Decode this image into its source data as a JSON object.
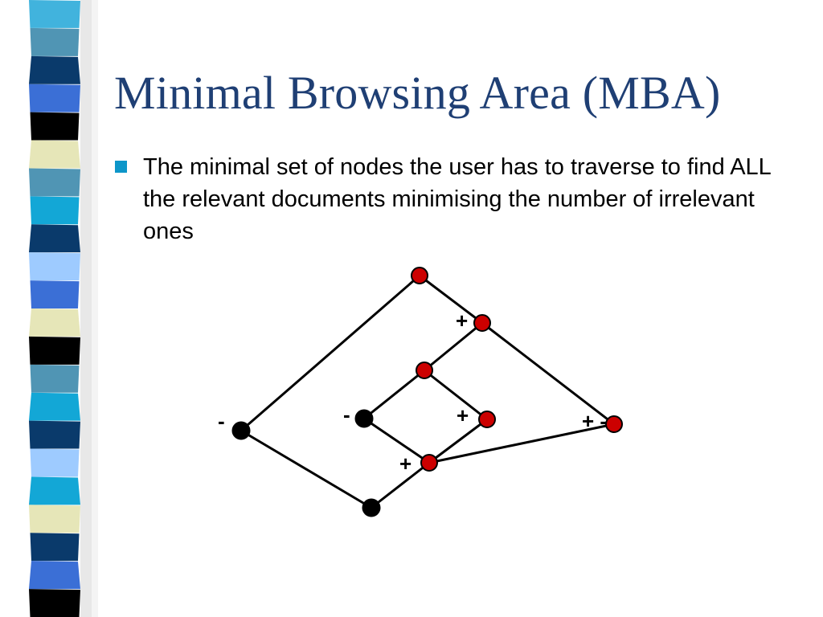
{
  "slide": {
    "title": "Minimal Browsing Area (MBA)",
    "bullets": [
      "The minimal set of nodes the user has to traverse to find ALL the relevant documents minimising the number of irrelevant ones"
    ]
  },
  "diagram": {
    "nodes": [
      {
        "id": "n1",
        "color": "red",
        "label": ""
      },
      {
        "id": "n2",
        "color": "red",
        "label": "+"
      },
      {
        "id": "n3",
        "color": "red",
        "label": ""
      },
      {
        "id": "n4",
        "color": "black",
        "label": "-"
      },
      {
        "id": "n5",
        "color": "red",
        "label": "+"
      },
      {
        "id": "n6",
        "color": "red",
        "label": "+ -"
      },
      {
        "id": "n7",
        "color": "black",
        "label": "-"
      },
      {
        "id": "n8",
        "color": "red",
        "label": "+"
      },
      {
        "id": "n9",
        "color": "black",
        "label": ""
      }
    ],
    "edges": [
      [
        "n1",
        "n2"
      ],
      [
        "n1",
        "n7"
      ],
      [
        "n2",
        "n3"
      ],
      [
        "n2",
        "n6"
      ],
      [
        "n3",
        "n4"
      ],
      [
        "n3",
        "n5"
      ],
      [
        "n4",
        "n8"
      ],
      [
        "n5",
        "n8"
      ],
      [
        "n8",
        "n6"
      ],
      [
        "n7",
        "n9"
      ],
      [
        "n9",
        "n8"
      ]
    ]
  },
  "colors": {
    "relevant_node": "#cc0000",
    "irrelevant_node": "#000000",
    "title": "#1f3f74",
    "bullet": "#0d96c9"
  }
}
